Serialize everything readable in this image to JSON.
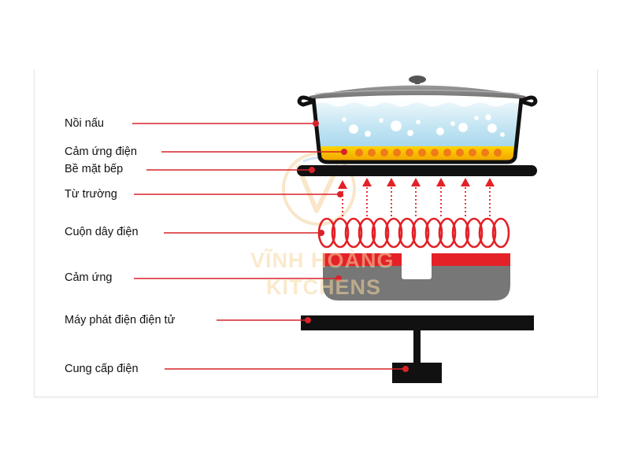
{
  "labels": {
    "pot": "Nồi nấu",
    "induction_heat": "Cảm ứng điện",
    "cooktop_surface": "Bề mặt bếp",
    "magnetic_field": "Từ trường",
    "coil": "Cuộn dây điện",
    "induction": "Cảm ứng",
    "generator": "Máy phát điện điện tử",
    "power_supply": "Cung cấp điện"
  },
  "watermark": {
    "line1": "VĨNH HOÀNG",
    "line2": "KITCHENS"
  },
  "colors": {
    "leader_line": "#d8232a",
    "water": "#bfe3f2",
    "heat_layer": "#f5b800",
    "heat_dots": "#f07b19",
    "cooktop": "#111111",
    "coil": "#e32127",
    "core_gray": "#777777",
    "lid": "#888888"
  },
  "icons": [
    "steam-bubble-icon",
    "field-arrow-icon"
  ]
}
